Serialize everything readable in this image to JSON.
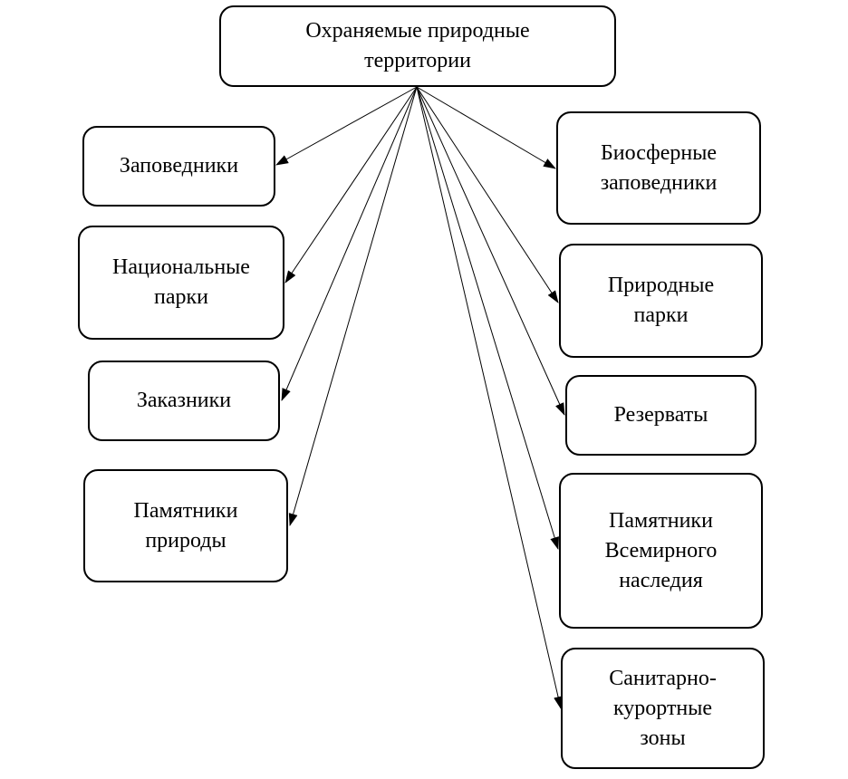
{
  "diagram": {
    "root": {
      "id": "root",
      "label": "Охраняемые природные\nтерритории"
    },
    "left_children": [
      {
        "id": "zapovedniki",
        "label": "Заповедники"
      },
      {
        "id": "nacionalnye-parki",
        "label": "Национальные\nпарки"
      },
      {
        "id": "zakazniki",
        "label": "Заказники"
      },
      {
        "id": "pamyatniki-prirody",
        "label": "Памятники\nприроды"
      }
    ],
    "right_children": [
      {
        "id": "biosfernye-zapovedniki",
        "label": "Биосферные\nзаповедники"
      },
      {
        "id": "prirodnye-parki",
        "label": "Природные\nпарки"
      },
      {
        "id": "rezervaty",
        "label": "Резерваты"
      },
      {
        "id": "pamyatniki-vsemirnogo-naslediya",
        "label": "Памятники\nВсемирного\nнаследия"
      },
      {
        "id": "sanitarno-kurortnye-zony",
        "label": "Санитарно-\nкурортные\nзоны"
      }
    ],
    "edges": [
      {
        "from": "root",
        "to": "zapovedniki"
      },
      {
        "from": "root",
        "to": "nacionalnye-parki"
      },
      {
        "from": "root",
        "to": "zakazniki"
      },
      {
        "from": "root",
        "to": "pamyatniki-prirody"
      },
      {
        "from": "root",
        "to": "biosfernye-zapovedniki"
      },
      {
        "from": "root",
        "to": "prirodnye-parki"
      },
      {
        "from": "root",
        "to": "rezervaty"
      },
      {
        "from": "root",
        "to": "pamyatniki-vsemirnogo-naslediya"
      },
      {
        "from": "root",
        "to": "sanitarno-kurortnye-zony"
      }
    ]
  }
}
